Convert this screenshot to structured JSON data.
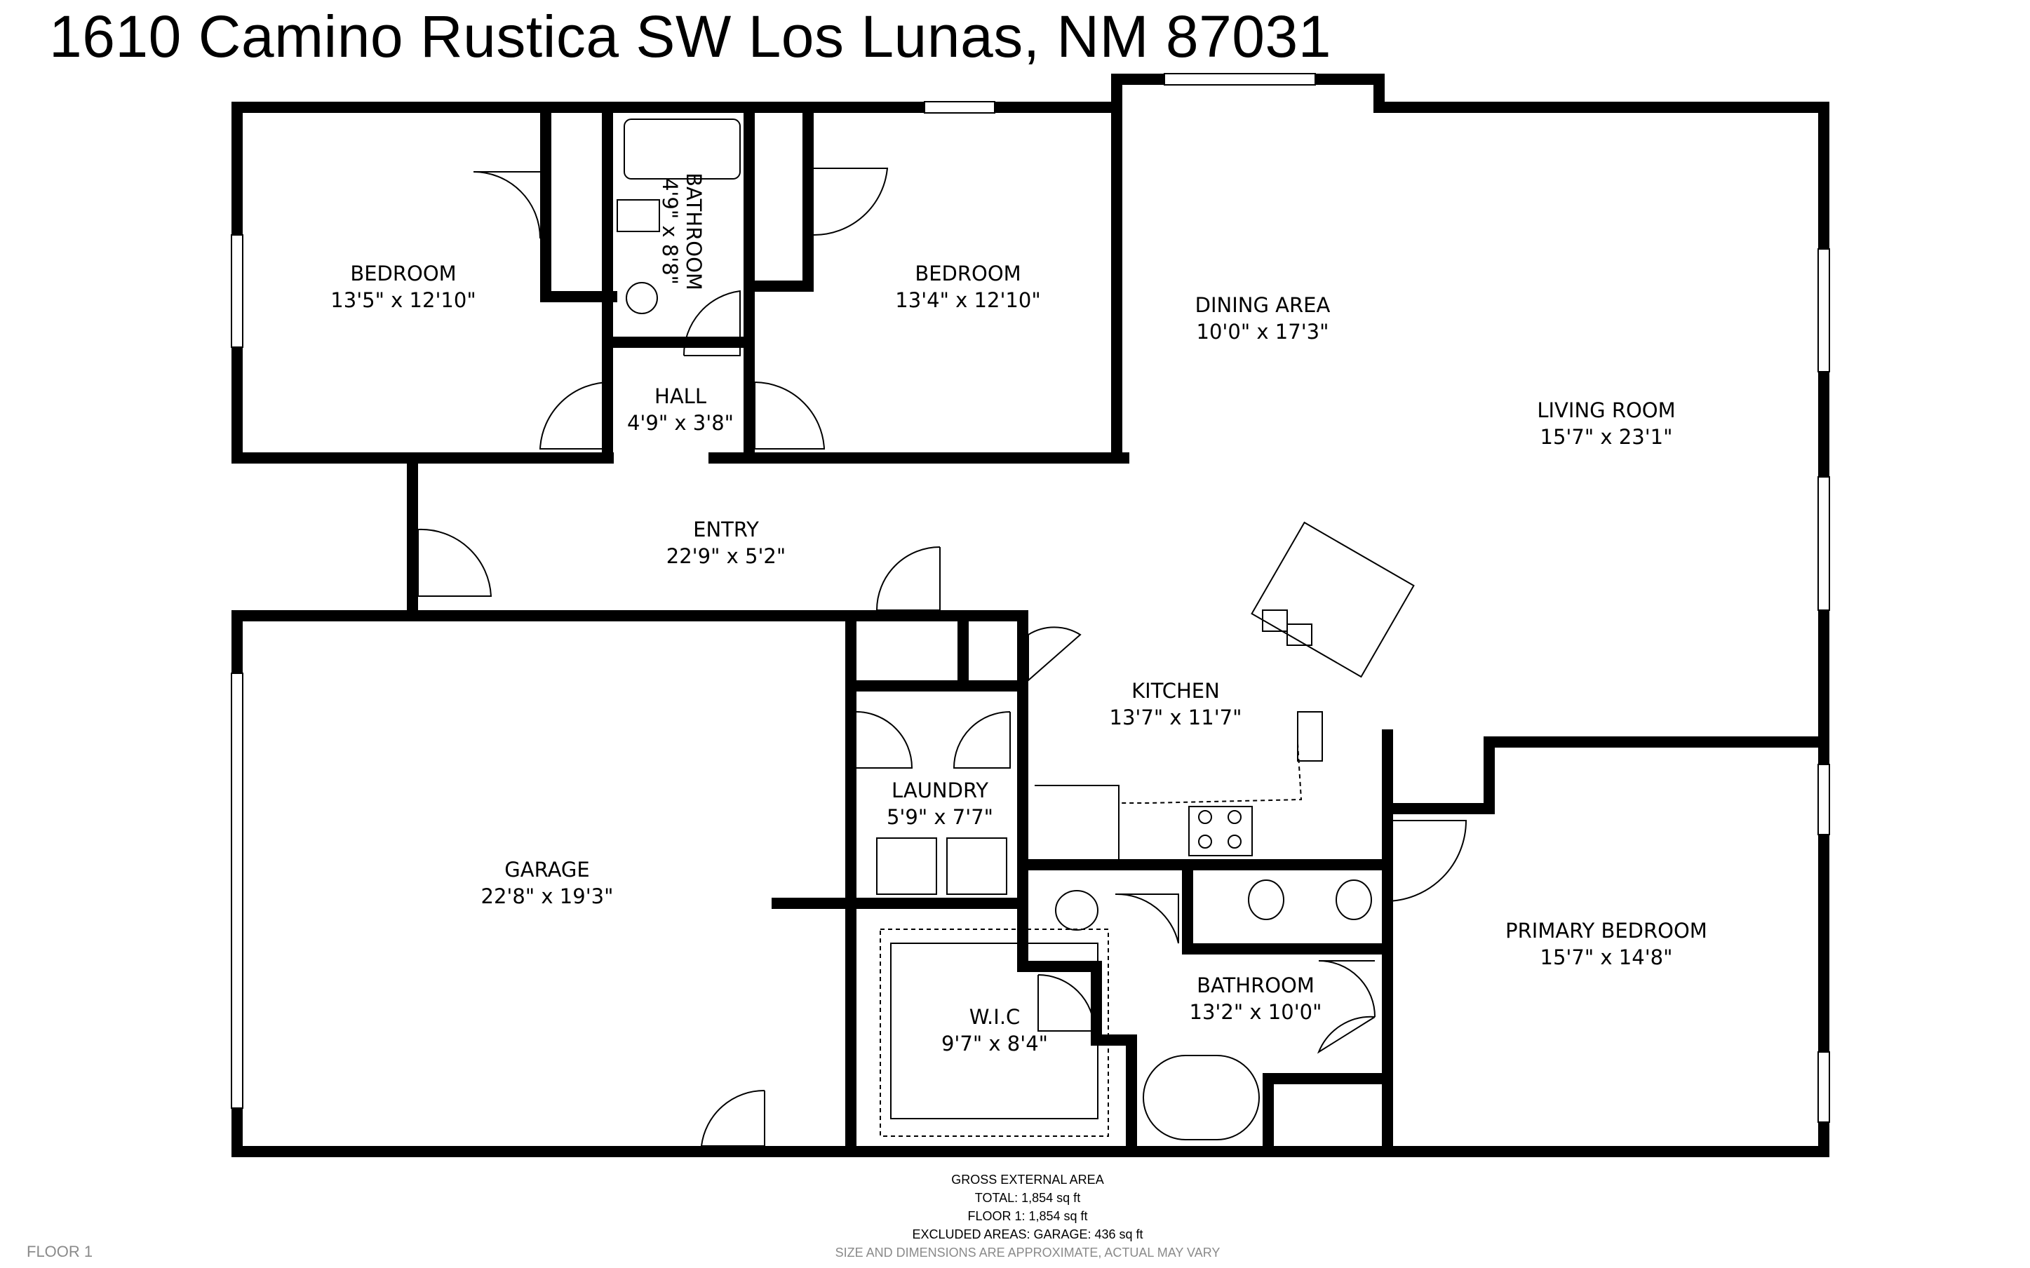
{
  "title": "1610 Camino Rustica SW Los Lunas, NM 87031",
  "rooms": {
    "bedroom_left": {
      "name": "BEDROOM",
      "dims": "13'5\" x 12'10\""
    },
    "bathroom_top": {
      "name": "BATHROOM",
      "dims": "4'9\" x 8'8\""
    },
    "bedroom_mid": {
      "name": "BEDROOM",
      "dims": "13'4\" x 12'10\""
    },
    "dining": {
      "name": "DINING AREA",
      "dims": "10'0\" x 17'3\""
    },
    "living": {
      "name": "LIVING ROOM",
      "dims": "15'7\" x 23'1\""
    },
    "hall": {
      "name": "HALL",
      "dims": "4'9\" x 3'8\""
    },
    "entry": {
      "name": "ENTRY",
      "dims": "22'9\" x 5'2\""
    },
    "kitchen": {
      "name": "KITCHEN",
      "dims": "13'7\" x 11'7\""
    },
    "garage": {
      "name": "GARAGE",
      "dims": "22'8\" x 19'3\""
    },
    "laundry": {
      "name": "LAUNDRY",
      "dims": "5'9\" x 7'7\""
    },
    "primary": {
      "name": "PRIMARY BEDROOM",
      "dims": "15'7\" x 14'8\""
    },
    "wic": {
      "name": "W.I.C",
      "dims": "9'7\" x 8'4\""
    },
    "bathroom_main": {
      "name": "BATHROOM",
      "dims": "13'2\" x 10'0\""
    }
  },
  "footer": {
    "line1": "GROSS EXTERNAL AREA",
    "line2": "TOTAL: 1,854 sq ft",
    "line3": "FLOOR 1: 1,854 sq ft",
    "line4": "EXCLUDED AREAS: GARAGE: 436 sq ft",
    "disclaimer": "SIZE AND DIMENSIONS ARE APPROXIMATE, ACTUAL MAY VARY"
  },
  "floor_label": "FLOOR 1",
  "colors": {
    "wall": "#000000",
    "fixture": "#000000",
    "background": "#ffffff",
    "muted_text": "#8a8a8a"
  }
}
